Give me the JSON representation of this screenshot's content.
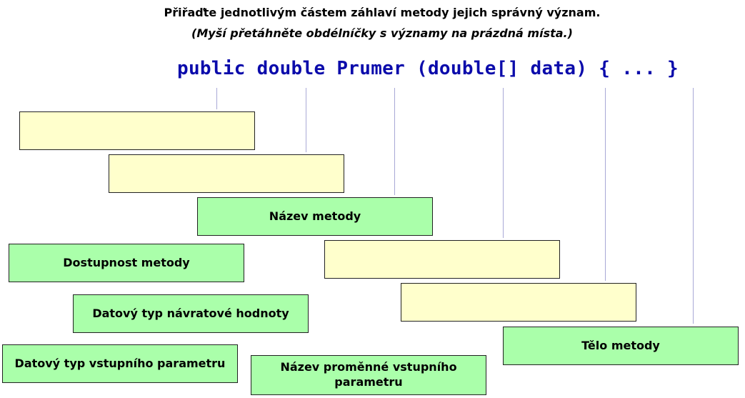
{
  "instructions": {
    "line1": "Přiřaďte jednotlivým částem záhlaví metody jejich správný význam.",
    "line2": "(Myší přetáhněte obdélníčky s významy na prázdná místa.)"
  },
  "code_header": "public double Prumer (double[] data) { ... }",
  "colors": {
    "code": "#0b0bab",
    "slot_fill": "#ffffcc",
    "label_fill": "#aaffaa",
    "guide_line": "#a9a9d6"
  },
  "drop_slots": [
    "",
    "",
    "",
    "",
    ""
  ],
  "labels": [
    "Název metody",
    "Dostupnost metody",
    "Datový typ návratové hodnoty",
    "Datový typ vstupního parametru",
    "Název proměnné vstupního parametru",
    "Tělo metody"
  ]
}
